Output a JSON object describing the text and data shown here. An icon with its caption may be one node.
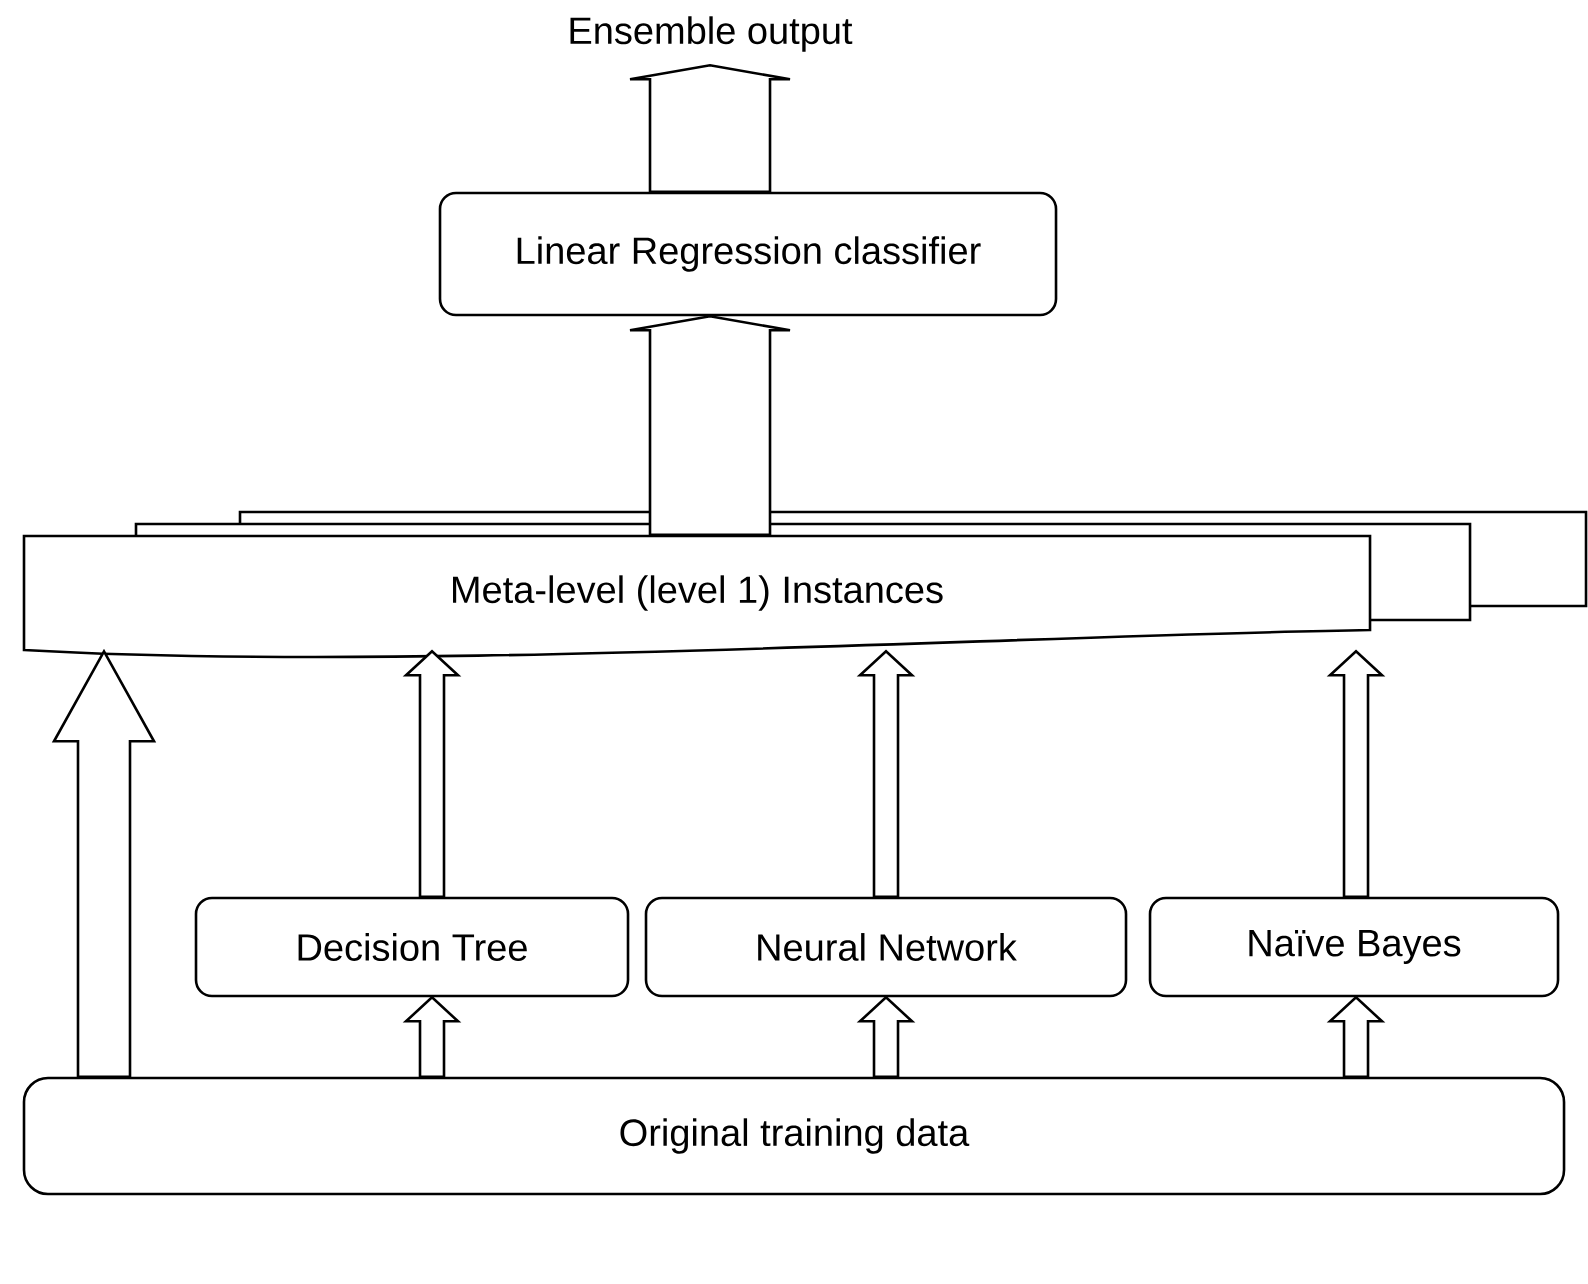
{
  "diagram": {
    "nodes": [
      {
        "text": [
          "Ensemble output"
        ]
      },
      {
        "text": [
          "Linear Regression classifier"
        ]
      },
      {
        "text": [
          "Meta-level (level 1) Instances"
        ]
      },
      {
        "text": [
          "Decision Tree"
        ]
      },
      {
        "text": [
          "Neural Network"
        ]
      },
      {
        "text": [
          "Naïve Bayes"
        ]
      },
      {
        "text": [
          "Original training data"
        ]
      }
    ],
    "edges": [
      {
        "from": 1,
        "to": 0,
        "arrow": "to"
      },
      {
        "from": 2,
        "to": 1,
        "arrow": "to"
      },
      {
        "from": 3,
        "to": 2,
        "arrow": "to"
      },
      {
        "from": 4,
        "to": 2,
        "arrow": "to"
      },
      {
        "from": 5,
        "to": 2,
        "arrow": "to"
      },
      {
        "from": 6,
        "to": 3,
        "arrow": "to"
      },
      {
        "from": 6,
        "to": 4,
        "arrow": "to"
      },
      {
        "from": 6,
        "to": 5,
        "arrow": "to"
      },
      {
        "from": 6,
        "to": 2,
        "arrow": "to"
      }
    ]
  }
}
